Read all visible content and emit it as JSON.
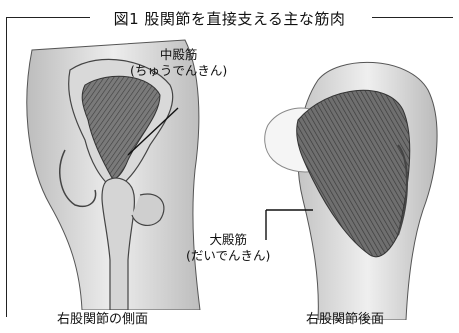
{
  "figure": {
    "title": "図1 股関節を直接支える主な筋肉",
    "left_panel": {
      "muscle_label": "中殿筋",
      "muscle_reading": "(ちゅうでんきん)",
      "caption": "右股関節の側面"
    },
    "right_panel": {
      "muscle_label": "大殿筋",
      "muscle_reading": "(だいでんきん)",
      "caption": "右股関節後面"
    }
  },
  "colors": {
    "line": "#222222",
    "muscle": "#6a6a6a",
    "bone": "#cfcfcf",
    "skin": "#e6e6e6"
  }
}
